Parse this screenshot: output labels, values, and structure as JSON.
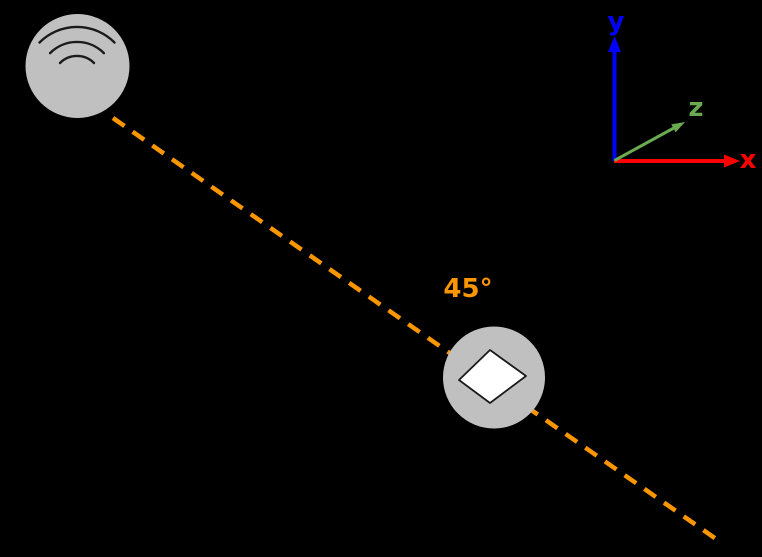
{
  "scene": {
    "background_color": "#000000",
    "angle_label": "45°",
    "beam_color": "#FA9600",
    "node_fill": "#C0C0C0",
    "wave_stroke": "#1A1A1A",
    "pointer_fill": "#FFFFFF",
    "pointer_stroke": "#1A1A1A"
  },
  "nodes": {
    "source": {
      "icon": "signal-waves-icon"
    },
    "target": {
      "icon": "left-arrow-icon",
      "arrow_direction": "left"
    }
  },
  "axes": {
    "x": {
      "label": "x",
      "color": "#FF0000"
    },
    "y": {
      "label": "y",
      "color": "#0000FF"
    },
    "z": {
      "label": "z",
      "color": "#6AAA50"
    }
  }
}
